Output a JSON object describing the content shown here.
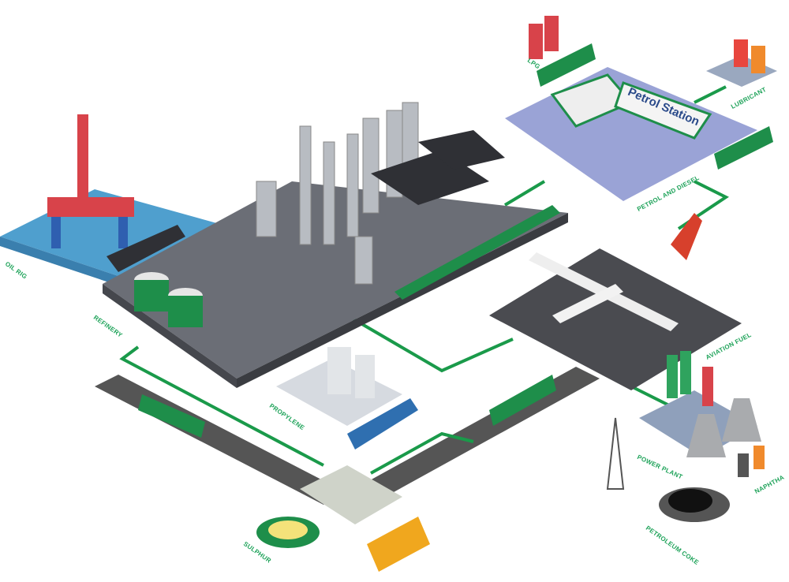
{
  "labels": {
    "oil_rig": "OIL RIG",
    "refinery": "REFINERY",
    "lpg": "LPG",
    "lubricant": "LUBRICANT",
    "petrol_and_diesel": "PETROL AND DIESEL",
    "aviation_fuel": "AVIATION FUEL",
    "propylene": "PROPYLENE",
    "power_plant": "POWER PLANT",
    "naphtha": "NAPHTHA",
    "petroleum_coke": "PETROLEUM COKE",
    "sulphur": "SULPHUR"
  },
  "petrol_station_sign": "Petrol Station",
  "colors": {
    "pipe": "#1a9a4a",
    "sea": "#4f9fce",
    "platform": "#6b6e76",
    "pad": "#9aa3d6",
    "tanker": "#1e8e4a"
  }
}
